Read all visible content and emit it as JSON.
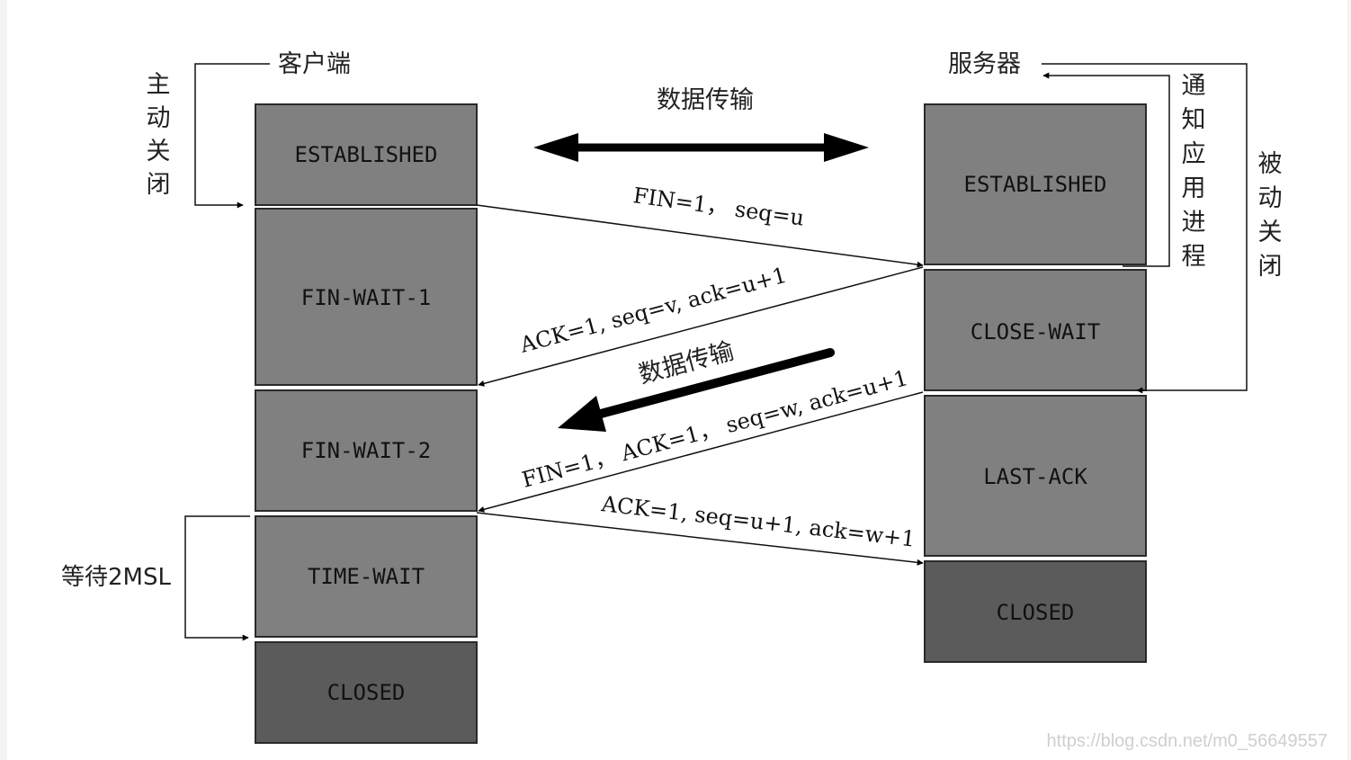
{
  "client": {
    "title": "客户端",
    "side_label": [
      "主",
      "动",
      "关",
      "闭"
    ],
    "wait_label": "等待2MSL",
    "states": [
      "ESTABLISHED",
      "FIN-WAIT-1",
      "FIN-WAIT-2",
      "TIME-WAIT",
      "CLOSED"
    ]
  },
  "server": {
    "title": "服务器",
    "notify_label": [
      "通",
      "知",
      "应",
      "用",
      "进",
      "程"
    ],
    "passive_label": [
      "被",
      "动",
      "关",
      "闭"
    ],
    "states": [
      "ESTABLISHED",
      "CLOSE-WAIT",
      "LAST-ACK",
      "CLOSED"
    ]
  },
  "transfers": {
    "top_label": "数据传输",
    "mid_label": "数据传输"
  },
  "messages": [
    "FIN=1， seq=u",
    "ACK=1, seq=v, ack=u+1",
    "FIN=1， ACK=1， seq=w, ack=u+1",
    "ACK=1, seq=u+1, ack=w+1"
  ],
  "watermark": "https://blog.csdn.net/m0_56649557",
  "colors": {
    "state_fill": "#808080",
    "closed_fill": "#5b5b5b",
    "border": "#2a2a2a",
    "arrow": "#000000"
  }
}
